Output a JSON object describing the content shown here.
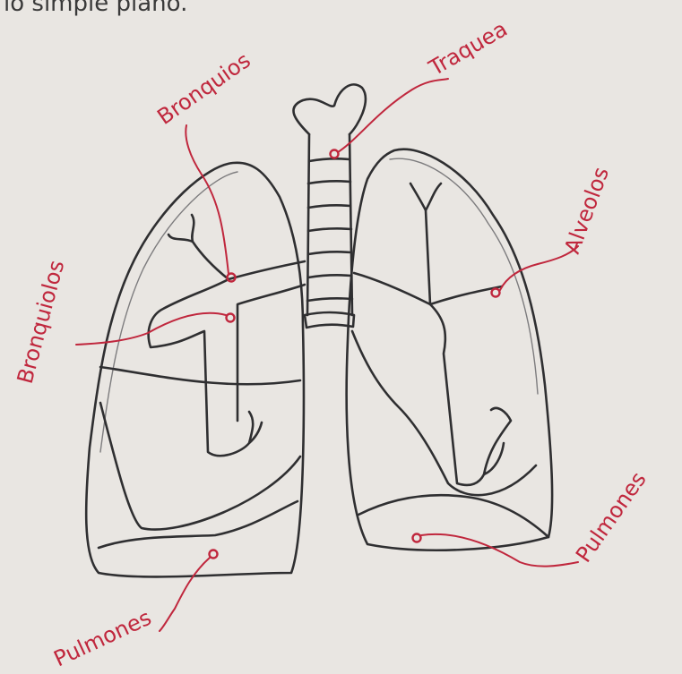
{
  "header_text": "lo simple plano.",
  "labels": {
    "traquea": "Traquea",
    "bronquios": "Bronquios",
    "bronquiolos": "Bronquiolos",
    "alveolos": "Alveolos",
    "pulmones_right": "Pulmones",
    "pulmones_left": "Pulmones"
  },
  "colors": {
    "paper": "#e9e6e2",
    "pencil": "#2f2f31",
    "label_ink": "#c0273d"
  }
}
